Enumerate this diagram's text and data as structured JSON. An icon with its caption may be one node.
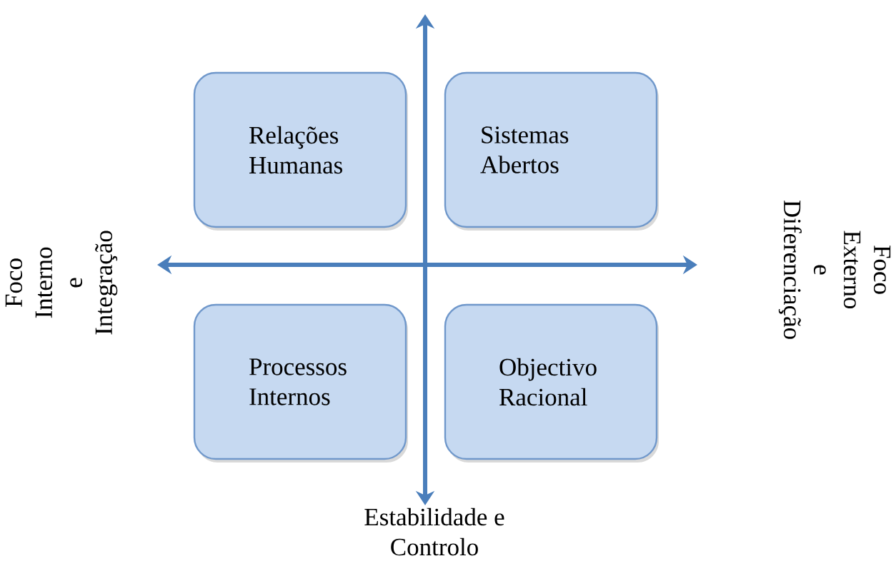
{
  "diagram": {
    "nodes": [
      {
        "text": [
          "Relações Humanas"
        ]
      },
      {
        "text": [
          "Sistemas Abertos"
        ]
      },
      {
        "text": [
          "Processos Internos"
        ]
      },
      {
        "text": [
          "Objectivo Racional"
        ]
      }
    ],
    "labels": [
      "Foco Interno e Integração",
      "Foco Externo e Diferenciação",
      "Estabilidade e Controlo"
    ]
  }
}
